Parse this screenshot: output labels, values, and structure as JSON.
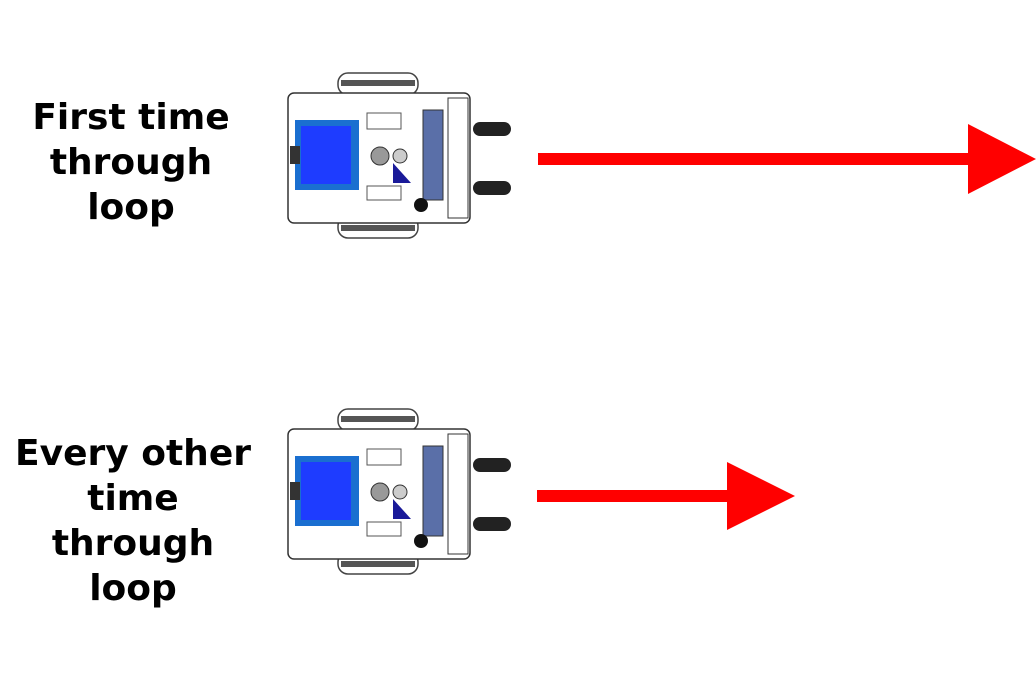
{
  "rows": [
    {
      "label": "First time\nthrough\nloop",
      "arrow_length": "long"
    },
    {
      "label": "Every other\ntime through\nloop",
      "arrow_length": "short"
    }
  ],
  "colors": {
    "arrow": "#ff0000",
    "screen": "#1e3cff",
    "screen_frame": "#1a6fd0",
    "board": "#ffffff",
    "wheel": "#222222",
    "text": "#000000"
  },
  "icons": {
    "robot": "robot-top-view-icon",
    "arrow": "right-arrow-icon"
  }
}
